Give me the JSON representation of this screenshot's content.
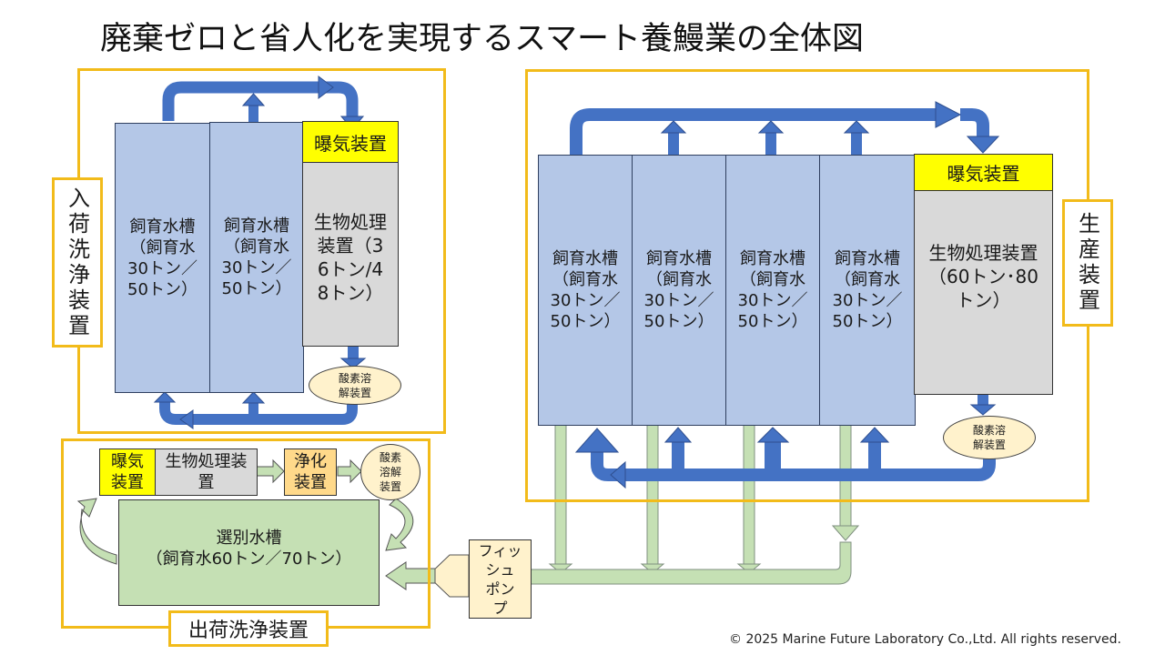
{
  "title": "廃棄ゼロと省人化を実現するスマート養鰻業の全体図",
  "colors": {
    "frame": "#f2bb1a",
    "tank": "#b4c7e7",
    "aeration": "#ffff00",
    "bio_treatment": "#d9d9d9",
    "oxygen_dissolver": "#fff2cc",
    "purifier": "#ffd98a",
    "sorting_tank": "#c5e0b4",
    "blue_arrow": "#4472c4",
    "green_arrow": "#c5e0b4"
  },
  "intake_section": {
    "label": "入荷洗浄装置",
    "tanks": [
      {
        "name": "飼育水槽",
        "detail": "（飼育水30トン／50トン）",
        "lines": [
          "飼育水槽",
          "（飼育水",
          "30トン／",
          "50トン）"
        ]
      },
      {
        "name": "飼育水槽",
        "detail": "（飼育水30トン／50トン）",
        "lines": [
          "飼育水槽",
          "（飼育水",
          "30トン／",
          "50トン）"
        ]
      }
    ],
    "aeration": "曝気装置",
    "bio_treatment": {
      "lines": [
        "生物処理",
        "装置（3",
        "6トン/4",
        "8トン）"
      ]
    },
    "oxygen_dissolver": {
      "lines": [
        "酸素溶",
        "解装置"
      ]
    }
  },
  "production_section": {
    "label": "生産装置",
    "tanks": [
      {
        "lines": [
          "飼育水槽",
          "（飼育水",
          "30トン／",
          "50トン）"
        ]
      },
      {
        "lines": [
          "飼育水槽",
          "（飼育水",
          "30トン／",
          "50トン）"
        ]
      },
      {
        "lines": [
          "飼育水槽",
          "（飼育水",
          "30トン／",
          "50トン）"
        ]
      },
      {
        "lines": [
          "飼育水槽",
          "（飼育水",
          "30トン／",
          "50トン）"
        ]
      }
    ],
    "aeration": "曝気装置",
    "bio_treatment": {
      "lines": [
        "生物処理装置",
        "（60トン･80",
        "トン）"
      ]
    },
    "oxygen_dissolver": {
      "lines": [
        "酸素溶",
        "解装置"
      ]
    }
  },
  "shipping_section": {
    "label": "出荷洗浄装置",
    "aeration": {
      "lines": [
        "曝気",
        "装置"
      ]
    },
    "bio_treatment": {
      "lines": [
        "生物処理装",
        "置"
      ]
    },
    "purifier": {
      "lines": [
        "浄化",
        "装置"
      ]
    },
    "oxygen_dissolver": {
      "lines": [
        "酸素",
        "溶解",
        "装置"
      ]
    },
    "sorting_tank": {
      "lines": [
        "選別水槽",
        "（飼育水60トン／70トン）"
      ]
    }
  },
  "fish_pump": {
    "lines": [
      "フィッ",
      "シュ",
      "ポン",
      "プ"
    ]
  },
  "copyright": "© 2025 Marine Future Laboratory Co.,Ltd. All rights reserved."
}
